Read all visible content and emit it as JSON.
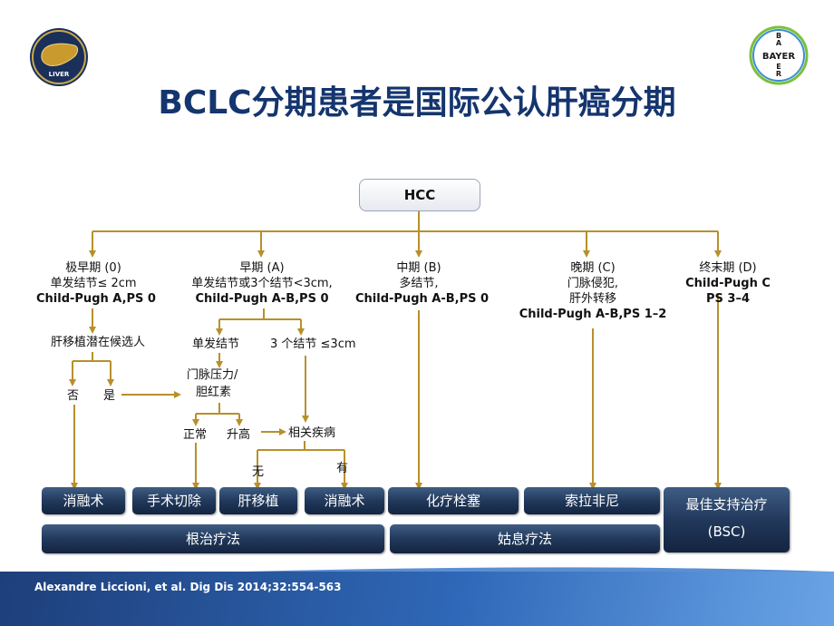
{
  "title": "BCLC分期患者是国际公认肝癌分期",
  "logo_left": {
    "text": "LIVER",
    "icon": "liver-icon"
  },
  "logo_right": {
    "text": "BAYER",
    "icon": "bayer-cross-icon"
  },
  "root": "HCC",
  "stages": [
    {
      "lines": [
        "极早期 (0)",
        "单发结节≤  2cm",
        "Child-Pugh A,PS 0"
      ]
    },
    {
      "lines": [
        "早期 (A)",
        "单发结节或3个结节<3cm,",
        "Child-Pugh A-B,PS 0"
      ]
    },
    {
      "lines": [
        "中期 (B)",
        "多结节,",
        "Child-Pugh A-B,PS 0"
      ]
    },
    {
      "lines": [
        "晚期 (C)",
        "门脉侵犯,",
        "肝外转移",
        "Child-Pugh A-B,PS 1–2"
      ]
    },
    {
      "lines": [
        "终末期 (D)",
        "Child-Pugh C",
        "PS 3–4"
      ]
    }
  ],
  "nodes": {
    "transplant_candidate": "肝移植潜在候选人",
    "no": "否",
    "yes": "是",
    "single_nodule": "单发结节",
    "three_nodules": "3 个结节 ≤3cm",
    "portal_pressure_1": "门脉压力/",
    "portal_pressure_2": "胆红素",
    "normal": "正常",
    "elevated": "升高",
    "related_disease": "相关疾病",
    "none": "无",
    "have": "有"
  },
  "treatments": {
    "ablation_1": "消融术",
    "resection": "手术切除",
    "liver_transplant": "肝移植",
    "ablation_2": "消融术",
    "tace": "化疗栓塞",
    "sorafenib": "索拉非尼",
    "bsc_1": "最佳支持治疗",
    "bsc_2": "(BSC)"
  },
  "groups": {
    "curative": "根治疗法",
    "palliative": "姑息疗法"
  },
  "citation": "Alexandre Liccioni, et al. Dig Dis 2014;32:554-563",
  "colors": {
    "title": "#14356e",
    "arrow": "#b8902a",
    "box_dark": "#1b2f4f",
    "footer": "#2f68b8"
  }
}
